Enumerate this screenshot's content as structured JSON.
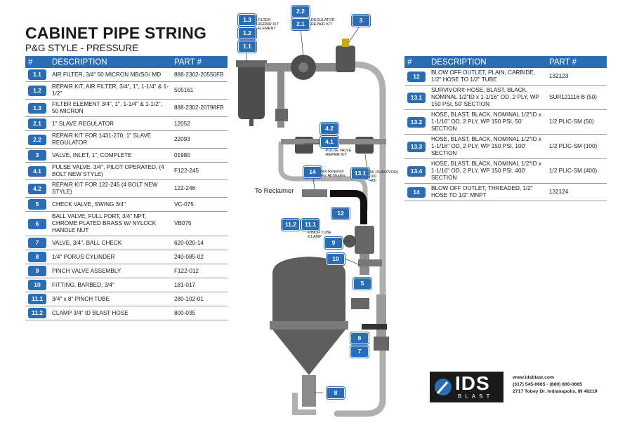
{
  "title": "CABINET PIPE STRING",
  "subtitle": "P&G STYLE - PRESSURE",
  "table_headers": {
    "num": "#",
    "description": "DESCRIPTION",
    "part": "PART #"
  },
  "left_parts": [
    {
      "num": "1.1",
      "description": "AIR FILTER, 3/4\" 50 MICRON MB/SG/ MD",
      "part": "888-2302-20550FB"
    },
    {
      "num": "1.2",
      "description": "REPAIR KIT, AIR FILTER, 3/4\", 1\", 1-1/4\" & 1-1/2\"",
      "part": "505161"
    },
    {
      "num": "1.3",
      "description": "FILTER ELEMENT 3/4\", 1\", 1-1/4\" & 1-1/2\", 50 MICRON",
      "part": "888-2302-20798FB"
    },
    {
      "num": "2.1",
      "description": "1\" SLAVE REGULATOR",
      "part": "12052"
    },
    {
      "num": "2.2",
      "description": "REPAIR KIT FOR 1431-270, 1\" SLAVE REGULATOR",
      "part": "22093"
    },
    {
      "num": "3",
      "description": "VALVE, INLET, 1\", COMPLETE",
      "part": "01980"
    },
    {
      "num": "4.1",
      "description": "PULSE VALVE, 3/4\", PILOT OPERATED, (4 BOLT NEW STYLE)",
      "part": "F122-245"
    },
    {
      "num": "4.2",
      "description": "REPAIR KIT FOR 122-245 (4 BOLT NEW STYLE)",
      "part": "122-246"
    },
    {
      "num": "5",
      "description": "CHECK VALVE, SWING 3/4\"",
      "part": "VC-075"
    },
    {
      "num": "6",
      "description": "BALL VALVE, FULL PORT, 3/4\" NPT, CHROME PLATED BRASS W/ NYLOCK HANDLE NUT",
      "part": "VB075"
    },
    {
      "num": "7",
      "description": "VALVE, 3/4\", BALL CHECK",
      "part": "620-020-14"
    },
    {
      "num": "8",
      "description": "1/4\" PORUS CYLINDER",
      "part": "240-085-02"
    },
    {
      "num": "9",
      "description": "PINCH VALVE ASSEMBLY",
      "part": "F122-012"
    },
    {
      "num": "10",
      "description": "FITTING, BARBED, 3/4\"",
      "part": "181-017"
    },
    {
      "num": "11.1",
      "description": "3/4\" x 8\" PINCH TUBE",
      "part": "280-102-01"
    },
    {
      "num": "11.2",
      "description": "CLAMP 3/4\" ID BLAST HOSE",
      "part": "800-035"
    }
  ],
  "right_parts": [
    {
      "num": "12",
      "description": "BLOW OFF OUTLET, PLAIN, CARBIDE, 1/2\" HOSE TO 1/2\" TUBE",
      "part": "132123"
    },
    {
      "num": "13.1",
      "description": "SURVIVOR® HOSE, BLAST, BLACK, NOMINAL 1/2\"ID x 1-1/16\" OD, 2 PLY, WP 150 PSI, 50' SECTION",
      "part": "SUR121116 B (50)"
    },
    {
      "num": "13.2",
      "description": "HOSE, BLAST, BLACK, NOMINAL 1/2\"ID x 1-1/16\" OD, 2 PLY, WP 150 PSI, 50' SECTION",
      "part": "1/2 PLIC-SM (50)"
    },
    {
      "num": "13.3",
      "description": "HOSE, BLAST, BLACK, NOMINAL 1/2\"ID x 1-1/16\" OD, 2 PLY, WP 150 PSI, 100' SECTION",
      "part": "1/2 PLIC-SM (100)"
    },
    {
      "num": "13.4",
      "description": "HOSE, BLAST, BLACK, NOMINAL 1/2\"ID x 1-1/16\" OD, 2 PLY, WP 150 PSI, 400' SECTION",
      "part": "1/2 PLIC-SM (400)"
    },
    {
      "num": "14",
      "description": "BLOW OFF OUTLET, THREADED, 1/2\" HOSE TO 1/2\" MNPT",
      "part": "132124"
    }
  ],
  "callouts": {
    "c1_3": "1.3",
    "c1_2": "1.2",
    "c1_1": "1.1",
    "c2_2": "2.2",
    "c2_1": "2.1",
    "c3": "3",
    "c4_2": "4.2",
    "c4_1": "4.1",
    "c14": "14",
    "c13_1": "13.1",
    "c12": "12",
    "c11_2": "11.2",
    "c11_1": "11.1",
    "c9": "9",
    "c10": "10",
    "c5": "5",
    "c6": "6",
    "c7": "7",
    "c8": "8"
  },
  "labels": {
    "filter_a": "-FILTER",
    "filter_b": "-REPAIR KIT",
    "filter_c": "-ELEMENT",
    "reg_a": "-REGULATOR",
    "reg_b": "-REPAIR KIT",
    "pulse_a": "-PULSE VALVE",
    "pulse_b": "-REPAIR KIT",
    "notreq_a": "Not Required",
    "notreq_b": "For All Models",
    "hose_a": "-50 (SURVIVOR)",
    "hose_b": "-100",
    "hose_c": "-400",
    "pinch_a": "-PINCH TUBE",
    "pinch_b": "-CLAMP",
    "to_reclaimer": "To Reclaimer"
  },
  "footer": {
    "logo": "IDS",
    "logo_sub": "BLAST",
    "web": "www.idsblast.com",
    "phone": "(317) 545-0665 - (800) 800-0665",
    "address": "2717 Tobey Dr. Indianapolis, IN 46219"
  },
  "colors": {
    "accent": "#2a6db4",
    "pipe": "#b0b0b0",
    "component": "#4d4d4d"
  }
}
